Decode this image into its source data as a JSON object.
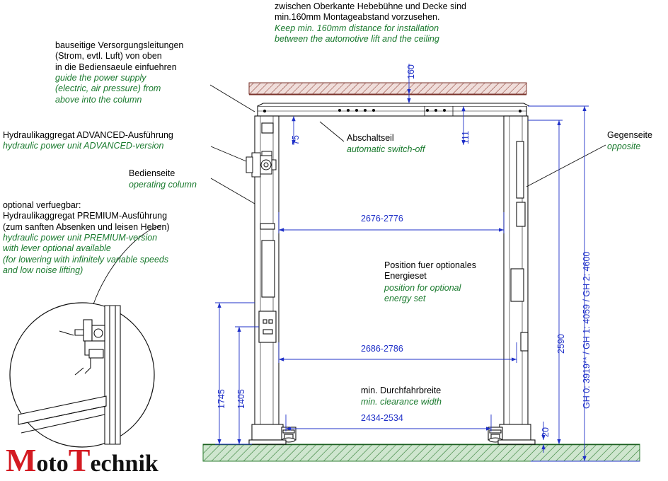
{
  "drawing": {
    "title": "two-post automotive lift technical elevation drawing",
    "colors": {
      "german_text": "#000000",
      "english_text": "#1a7a2e",
      "dimension": "#1f30c8",
      "logo_red": "#d31b22",
      "ceiling_hatch": "#8a3a30",
      "floor_hatch": "#2e7d32"
    },
    "notes": {
      "ceiling": {
        "de": "zwischen Oberkante Hebebühne und Decke sind\nmin.160mm Montageabstand vorzusehen.",
        "en": "Keep min. 160mm distance for installation\nbetween the automotive lift and the ceiling"
      },
      "supply": {
        "de": "bauseitige Versorgungsleitungen\n(Strom, evtl. Luft) von oben\nin die Bediensaeule einfuehren",
        "en": "guide the power supply\n(electric, air pressure) from\nabove into the column"
      },
      "advanced": {
        "de": "Hydraulikaggregat ADVANCED-Ausführung",
        "en": "hydraulic power unit ADVANCED-version"
      },
      "operating": {
        "de": "Bedienseite",
        "en": "operating column"
      },
      "premium": {
        "de": "optional verfuegbar:\nHydraulikaggregat PREMIUM-Ausführung\n(zum sanften Absenken und leisen Heben)",
        "en": "hydraulic power unit PREMIUM-version\nwith lever optional available\n(for lowering with infinitely variable speeds\nand low noise lifting)"
      },
      "switchoff": {
        "de": "Abschaltseil",
        "en": "automatic switch-off"
      },
      "opposite": {
        "de": "Gegenseite",
        "en": "opposite"
      },
      "energyset": {
        "de": "Position fuer optionales\nEnergieset",
        "en": "position for optional\nenergy set"
      },
      "clearance": {
        "de": "min. Durchfahrbreite",
        "en": "min. clearance width"
      }
    },
    "dimensions": {
      "ceiling_gap": "160",
      "top_beam_inner": "111",
      "carriage_top": "75",
      "width_upper": "2676-2776",
      "width_mid": "2686-2786",
      "width_clearance": "2434-2534",
      "height_post": "2590",
      "height_overall": "GH 0: 3919** / GH 1: 4059 / GH 2: 4600",
      "height_1745": "1745",
      "height_1405": "1405",
      "base_height": "20"
    },
    "logo": {
      "part1": "M",
      "part2": "oto",
      "part3": "T",
      "part4": "echnik"
    }
  }
}
